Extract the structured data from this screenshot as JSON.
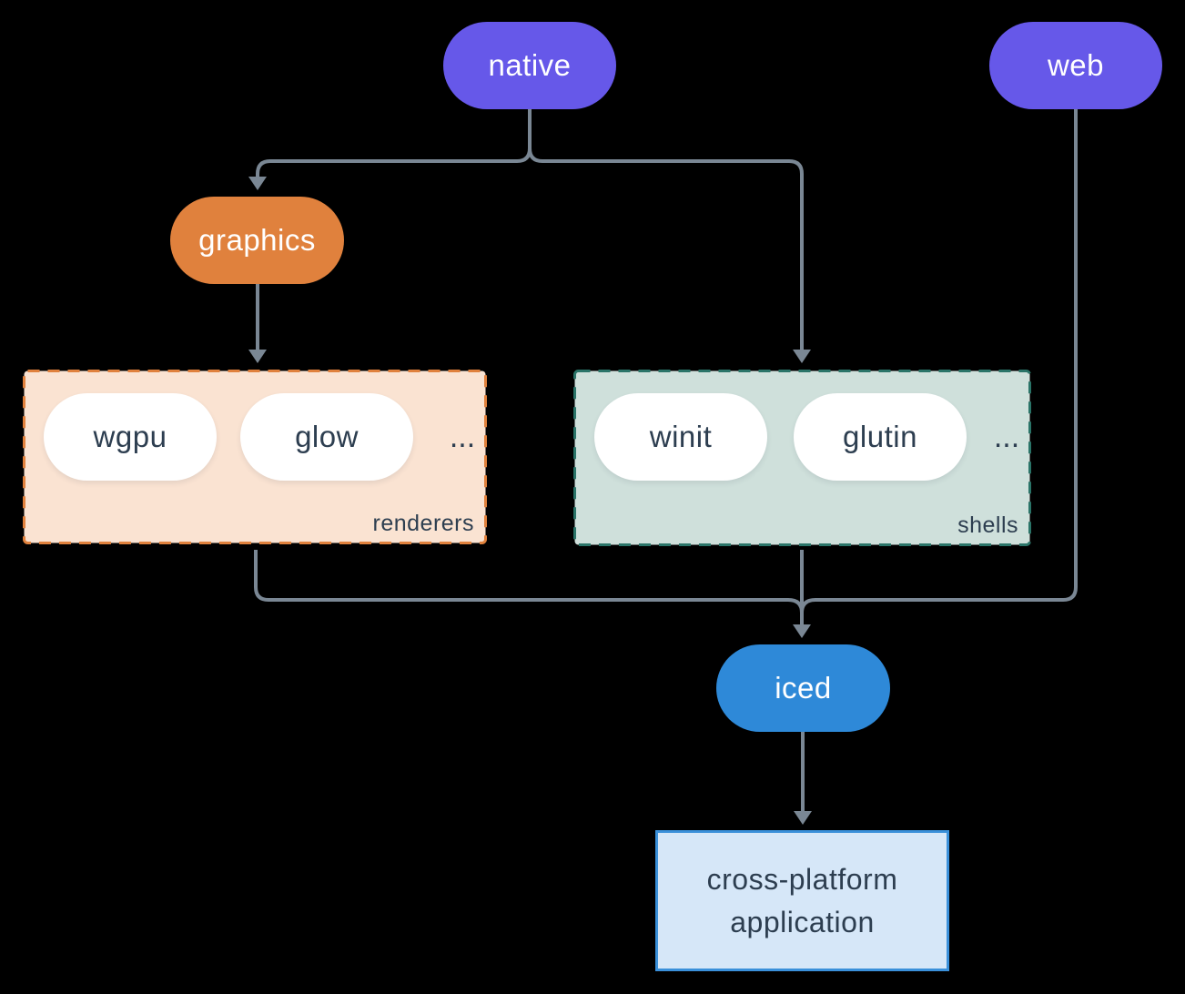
{
  "nodes": {
    "native": {
      "label": "native"
    },
    "web": {
      "label": "web"
    },
    "graphics": {
      "label": "graphics"
    },
    "iced": {
      "label": "iced"
    },
    "application": {
      "line1": "cross-platform",
      "line2": "application"
    }
  },
  "groups": {
    "renderers": {
      "label": "renderers",
      "items": [
        "wgpu",
        "glow"
      ],
      "ellipsis": "..."
    },
    "shells": {
      "label": "shells",
      "items": [
        "winit",
        "glutin"
      ],
      "ellipsis": "..."
    }
  },
  "edges": [
    {
      "from": "native",
      "to": "graphics"
    },
    {
      "from": "native",
      "to": "shells"
    },
    {
      "from": "graphics",
      "to": "renderers"
    },
    {
      "from": "renderers",
      "to": "iced"
    },
    {
      "from": "shells",
      "to": "iced"
    },
    {
      "from": "web",
      "to": "iced"
    },
    {
      "from": "iced",
      "to": "application"
    }
  ],
  "colors": {
    "background": "#000000",
    "native_web_fill": "#6658e9",
    "graphics_fill": "#e0813d",
    "iced_fill": "#2e89d8",
    "renderers_box_fill": "#fae3d2",
    "renderers_box_border": "#e0813d",
    "shells_box_fill": "#cfe0db",
    "shells_box_border": "#2a7468",
    "app_box_fill": "#d6e7f8",
    "app_box_border": "#3a90da",
    "pill_text_dark": "#2d3e50",
    "pill_text_light": "#ffffff",
    "connector": "#7a8794"
  }
}
